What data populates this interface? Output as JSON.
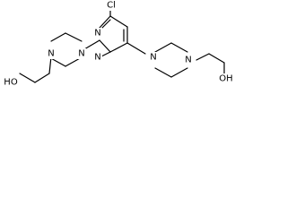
{
  "molecule": {
    "atoms": {
      "chlorine": "Cl",
      "pyrimidine_n1": "N",
      "pyrimidine_n3": "N",
      "piperazine_left_n1": "N",
      "piperazine_left_n4": "N",
      "piperazine_right_n1": "N",
      "piperazine_right_n4": "N",
      "hydroxyl_left": "HO",
      "hydroxyl_right": "OH"
    }
  },
  "colors": {
    "bond": "#000000",
    "text": "#000000",
    "background": "#ffffff"
  }
}
